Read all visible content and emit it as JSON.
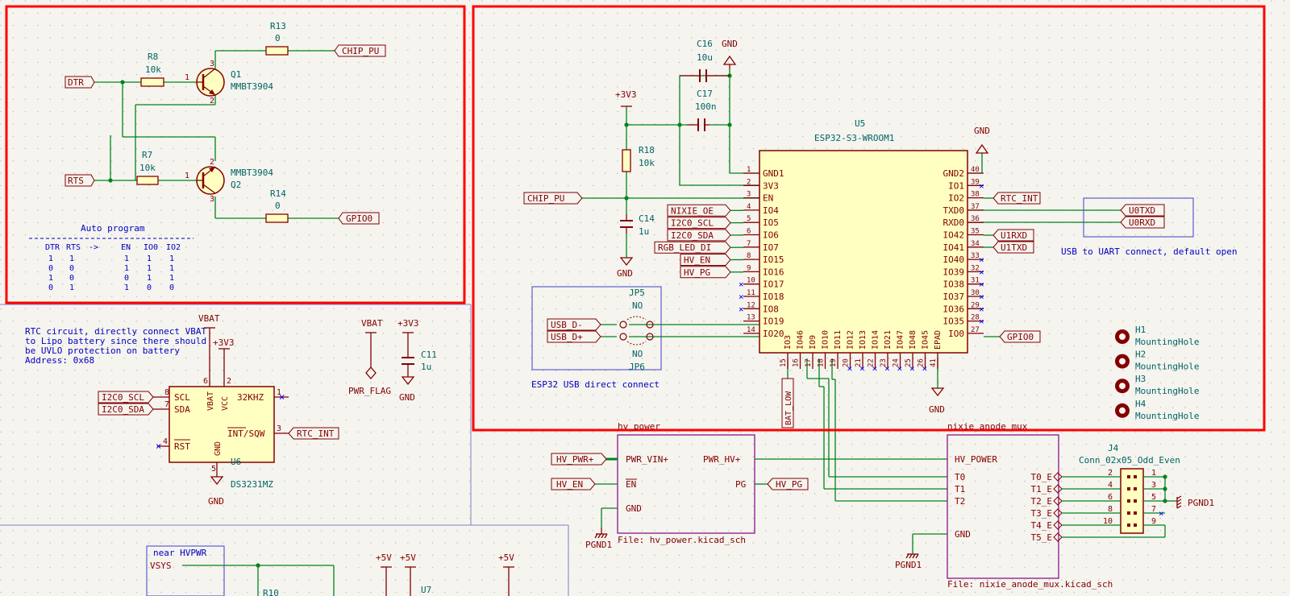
{
  "colors": {
    "background": "#f5f4ef",
    "wire": "#00841a",
    "body_fill": "#ffffc2",
    "body_stroke": "#840000",
    "text_red": "#840000",
    "text_teal": "#006464",
    "note_blue": "#0000c2",
    "highlight": "#ff0000",
    "noconnect": "#0000ff",
    "sheet_border": "#840084"
  },
  "auto_program": {
    "title": "Auto program",
    "header": [
      "DTR",
      "RTS",
      "->",
      "EN",
      "IO0",
      "IO2"
    ],
    "rows": [
      [
        "1",
        "1",
        "",
        "1",
        "1",
        "1"
      ],
      [
        "0",
        "0",
        "",
        "1",
        "1",
        "1"
      ],
      [
        "1",
        "0",
        "",
        "0",
        "1",
        "1"
      ],
      [
        "0",
        "1",
        "",
        "1",
        "0",
        "0"
      ]
    ],
    "labels": {
      "dtr": "DTR",
      "rts": "RTS",
      "chip_pu": "CHIP_PU",
      "gpio0": "GPIO0"
    },
    "r13": {
      "ref": "R13",
      "value": "0"
    },
    "r14": {
      "ref": "R14",
      "value": "0"
    },
    "r8": {
      "ref": "R8",
      "value": "10k"
    },
    "r7": {
      "ref": "R7",
      "value": "10k"
    },
    "q1": {
      "ref": "Q1",
      "value": "MMBT3904"
    },
    "q2": {
      "ref": "Q2",
      "value": "MMBT3904"
    },
    "pin": {
      "one": "1",
      "two": "2",
      "three": "3"
    }
  },
  "esp32": {
    "ref": "U5",
    "value": "ESP32-S3-WROOM1",
    "c16": {
      "ref": "C16",
      "value": "10u"
    },
    "c17": {
      "ref": "C17",
      "value": "100n"
    },
    "c14": {
      "ref": "C14",
      "value": "1u"
    },
    "r18": {
      "ref": "R18",
      "value": "10k"
    },
    "power_3v3": "+3V3",
    "gnd": "GND",
    "left_pins": [
      {
        "num": "1",
        "name": "GND1"
      },
      {
        "num": "2",
        "name": "3V3"
      },
      {
        "num": "3",
        "name": "EN"
      },
      {
        "num": "4",
        "name": "IO4"
      },
      {
        "num": "5",
        "name": "IO5"
      },
      {
        "num": "6",
        "name": "IO6"
      },
      {
        "num": "7",
        "name": "IO7"
      },
      {
        "num": "8",
        "name": "IO15"
      },
      {
        "num": "9",
        "name": "IO16"
      },
      {
        "num": "10",
        "name": "IO17"
      },
      {
        "num": "11",
        "name": "IO18"
      },
      {
        "num": "12",
        "name": "IO8"
      },
      {
        "num": "13",
        "name": "IO19"
      },
      {
        "num": "14",
        "name": "IO20"
      }
    ],
    "right_pins": [
      {
        "num": "40",
        "name": "GND2"
      },
      {
        "num": "39",
        "name": "IO1"
      },
      {
        "num": "38",
        "name": "IO2"
      },
      {
        "num": "37",
        "name": "TXD0"
      },
      {
        "num": "36",
        "name": "RXD0"
      },
      {
        "num": "35",
        "name": "IO42"
      },
      {
        "num": "34",
        "name": "IO41"
      },
      {
        "num": "33",
        "name": "IO40"
      },
      {
        "num": "32",
        "name": "IO39"
      },
      {
        "num": "31",
        "name": "IO38"
      },
      {
        "num": "30",
        "name": "IO37"
      },
      {
        "num": "29",
        "name": "IO36"
      },
      {
        "num": "28",
        "name": "IO35"
      },
      {
        "num": "27",
        "name": "IO0"
      }
    ],
    "bottom_pins": [
      {
        "num": "15",
        "name": "IO3"
      },
      {
        "num": "16",
        "name": "IO46"
      },
      {
        "num": "17",
        "name": "IO9"
      },
      {
        "num": "18",
        "name": "IO10"
      },
      {
        "num": "19",
        "name": "IO11"
      },
      {
        "num": "20",
        "name": "IO12"
      },
      {
        "num": "21",
        "name": "IO13"
      },
      {
        "num": "22",
        "name": "IO14"
      },
      {
        "num": "23",
        "name": "IO21"
      },
      {
        "num": "24",
        "name": "IO47"
      },
      {
        "num": "25",
        "name": "IO48"
      },
      {
        "num": "26",
        "name": "IO45"
      },
      {
        "num": "41",
        "name": "EPAD"
      }
    ],
    "left_labels": [
      "CHIP_PU",
      "NIXIE_OE",
      "I2C0_SCL",
      "I2C0_SDA",
      "RGB_LED_DI",
      "HV_EN",
      "HV_PG"
    ],
    "right_labels": [
      "RTC_INT",
      "U1RXD",
      "U1TXD",
      "GPIO0"
    ],
    "bat_low": "BAT_LOW",
    "uart_box": {
      "labels": [
        "U0TXD",
        "U0RXD"
      ],
      "note": "USB to UART connect, default open"
    },
    "usb_box": {
      "labels": [
        "USB_D-",
        "USB_D+"
      ],
      "jp5": "JP5",
      "jp6": "JP6",
      "no": "NO",
      "note": "ESP32 USB direct connect"
    }
  },
  "holes": [
    {
      "ref": "H1",
      "value": "MountingHole"
    },
    {
      "ref": "H2",
      "value": "MountingHole"
    },
    {
      "ref": "H3",
      "value": "MountingHole"
    },
    {
      "ref": "H4",
      "value": "MountingHole"
    }
  ],
  "rtc": {
    "note": [
      "RTC circuit, directly connect VBAT",
      "to Lipo battery since there should",
      "be UVLO protection on battery",
      "Address: 0x68"
    ],
    "ref": "U6",
    "value": "DS3231MZ",
    "vbat": "VBAT",
    "v3v3": "+3V3",
    "gnd": "GND",
    "labels": [
      "I2C0_SCL",
      "I2C0_SDA",
      "RTC_INT"
    ],
    "pins": {
      "scl": "SCL",
      "sda": "SDA",
      "rst": "RST",
      "vbat": "VBAT",
      "vcc": "VCC",
      "gnd": "GND",
      "khz": "32KHZ",
      "int": "INT/SQW"
    },
    "pin_nums": {
      "scl": "8",
      "sda": "7",
      "rst": "4",
      "vbat": "6",
      "vcc": "2",
      "gnd": "5",
      "khz": "1",
      "int": "3"
    }
  },
  "pwr": {
    "vbat": "VBAT",
    "v3v3": "+3V3",
    "flag": "PWR_FLAG",
    "c11": {
      "ref": "C11",
      "value": "1u"
    },
    "gnd": "GND"
  },
  "hv_power": {
    "title": "hv_power",
    "file": "File: hv_power.kicad_sch",
    "pins": [
      "PWR_VIN+",
      "EN",
      "GND",
      "PWR_HV+",
      "PG"
    ],
    "labels": [
      "HV_PWR+",
      "HV_EN",
      "HV_PG"
    ],
    "pgnd": "PGND1"
  },
  "nixie": {
    "title": "nixie_anode_mux",
    "file": "File: nixie_anode_mux.kicad_sch",
    "pins": [
      "HV_POWER",
      "T0",
      "T1",
      "T2",
      "GND"
    ],
    "pgnd": "PGND1"
  },
  "j4": {
    "ref": "J4",
    "value": "Conn_02x05_Odd_Even",
    "labels": [
      "T0_E",
      "T1_E",
      "T2_E",
      "T3_E",
      "T4_E",
      "T5_E"
    ],
    "left_nums": [
      "2",
      "4",
      "6",
      "8",
      "10"
    ],
    "right_nums": [
      "1",
      "3",
      "5",
      "7",
      "9"
    ],
    "pgnd": "PGND1"
  },
  "bottom": {
    "near": "near HVPWR",
    "vsys": "VSYS",
    "v5a": "+5V",
    "v5b": "+5V",
    "v5c": "+5V",
    "r10": "R10",
    "u7": "U7"
  }
}
